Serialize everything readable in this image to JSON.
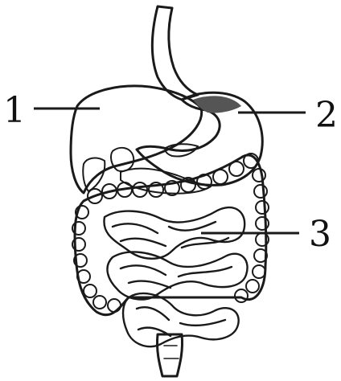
{
  "diagram": {
    "labels": [
      {
        "id": "1",
        "text": "1"
      },
      {
        "id": "2",
        "text": "2"
      },
      {
        "id": "3",
        "text": "3"
      }
    ],
    "colors": {
      "ink": "#1a1a1a",
      "liver": "#8c8c8c",
      "liver_dark": "#5e5e5e",
      "stomach": "#9a9a9a",
      "stomach_dark": "#555555",
      "intestine": "#e8e8e8",
      "background": "#ffffff"
    }
  }
}
